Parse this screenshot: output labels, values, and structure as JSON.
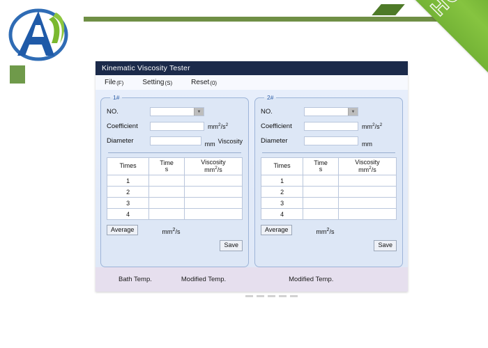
{
  "branding": {
    "logo_alt": "company-logo",
    "ribbon_label": "HOT"
  },
  "window": {
    "title": "Kinematic  Viscosity Tester",
    "menu": [
      {
        "label": "File",
        "mnemonic": "(F)"
      },
      {
        "label": "Setting",
        "mnemonic": "(S)"
      },
      {
        "label": "Reset",
        "mnemonic": "(0)"
      }
    ]
  },
  "panels": [
    {
      "legend": "1#",
      "fields": [
        {
          "label": "NO.",
          "value": "",
          "control": "combobox",
          "unit": ""
        },
        {
          "label": "Coefficient",
          "value": "",
          "control": "textbox",
          "unit": "mm2/s2"
        },
        {
          "label": "Diameter",
          "value": "",
          "control": "textbox",
          "unit": "mm"
        }
      ],
      "extra_label": "Viscosity",
      "table": {
        "headers": [
          "Times",
          "Time s",
          "Viscosity mm2/s"
        ],
        "rows": [
          {
            "times": "1",
            "time": "",
            "viscosity": ""
          },
          {
            "times": "2",
            "time": "",
            "viscosity": ""
          },
          {
            "times": "3",
            "time": "",
            "viscosity": ""
          },
          {
            "times": "4",
            "time": "",
            "viscosity": ""
          }
        ]
      },
      "average_label": "Average",
      "average_unit": "mm2/s",
      "save_label": "Save"
    },
    {
      "legend": "2#",
      "fields": [
        {
          "label": "NO.",
          "value": "",
          "control": "combobox",
          "unit": ""
        },
        {
          "label": "Coefficient",
          "value": "",
          "control": "textbox",
          "unit": "mm2/s2"
        },
        {
          "label": "Diameter",
          "value": "",
          "control": "textbox",
          "unit": "mm"
        }
      ],
      "extra_label": "",
      "table": {
        "headers": [
          "Times",
          "Time s",
          "Viscosity mm2/s"
        ],
        "rows": [
          {
            "times": "1",
            "time": "",
            "viscosity": ""
          },
          {
            "times": "2",
            "time": "",
            "viscosity": ""
          },
          {
            "times": "3",
            "time": "",
            "viscosity": ""
          },
          {
            "times": "4",
            "time": "",
            "viscosity": ""
          }
        ]
      },
      "average_label": "Average",
      "average_unit": "mm2/s",
      "save_label": "Save"
    }
  ],
  "status_bar": {
    "bath_temp": "Bath Temp.",
    "modified_temp_1": "Modified Temp.",
    "modified_temp_2": "Modified Temp."
  },
  "labels": {
    "times_header": "Times",
    "time_header": "Time",
    "time_header_unit": "s",
    "viscosity_header": "Viscosity",
    "viscosity_header_unit": "mm2/s",
    "dropdown_arrow": "chevron-down-icon"
  },
  "colors": {
    "titlebar": "#1b2a4a",
    "panel_bg": "#dde7f6",
    "status_bg": "#e6dfee",
    "ribbon_green": "#7cbb3a",
    "rule_green": "#6f8f45",
    "logo_blue": "#1f5aa8"
  }
}
